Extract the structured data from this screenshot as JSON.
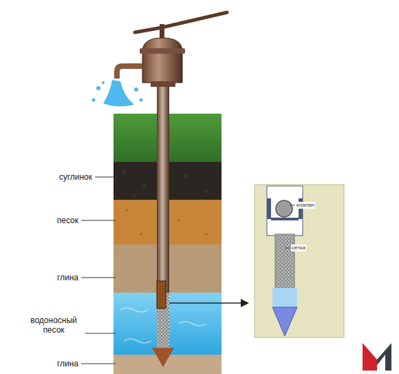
{
  "diagram": {
    "labels": [
      "суглинок",
      "песок",
      "глина",
      "водоносный песок",
      "глина",
      "клапан",
      "сетка"
    ]
  }
}
